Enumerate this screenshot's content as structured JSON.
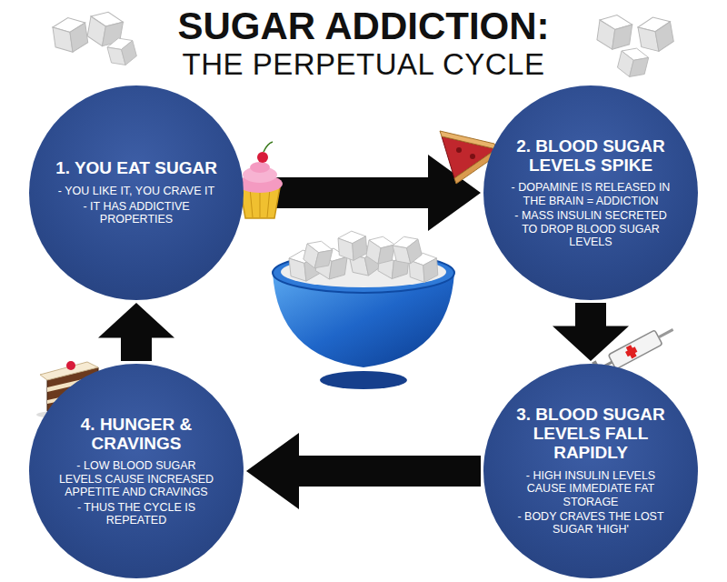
{
  "diagram": {
    "title": "SUGAR ADDICTION:",
    "nodes": [
      {
        "text": [
          "1. YOU EAT SUGAR",
          "- YOU LIKE IT, YOU CRAVE IT",
          "- IT HAS ADDICTIVE PROPERTIES"
        ]
      },
      {
        "text": [
          "2. BLOOD SUGAR LEVELS SPIKE",
          "- DOPAMINE IS RELEASED IN THE BRAIN = ADDICTION",
          "- MASS INSULIN SECRETED TO DROP BLOOD SUGAR LEVELS"
        ]
      },
      {
        "text": [
          "3. BLOOD SUGAR LEVELS FALL RAPIDLY",
          "- HIGH INSULIN LEVELS CAUSE IMMEDIATE FAT STORAGE",
          "- BODY CRAVES THE LOST SUGAR 'HIGH'"
        ]
      },
      {
        "text": [
          "4. HUNGER & CRAVINGS",
          "- LOW BLOOD SUGAR LEVELS CAUSE INCREASED APPETITE AND CRAVINGS",
          "- THUS THE CYCLE IS REPEATED"
        ]
      }
    ],
    "edges": [
      {
        "from": 0,
        "to": 1,
        "arrow": "to"
      },
      {
        "from": 1,
        "to": 2,
        "arrow": "to"
      },
      {
        "from": 2,
        "to": 3,
        "arrow": "to"
      },
      {
        "from": 3,
        "to": 0,
        "arrow": "to"
      }
    ],
    "labels": [
      "THE PERPETUAL CYCLE"
    ]
  }
}
